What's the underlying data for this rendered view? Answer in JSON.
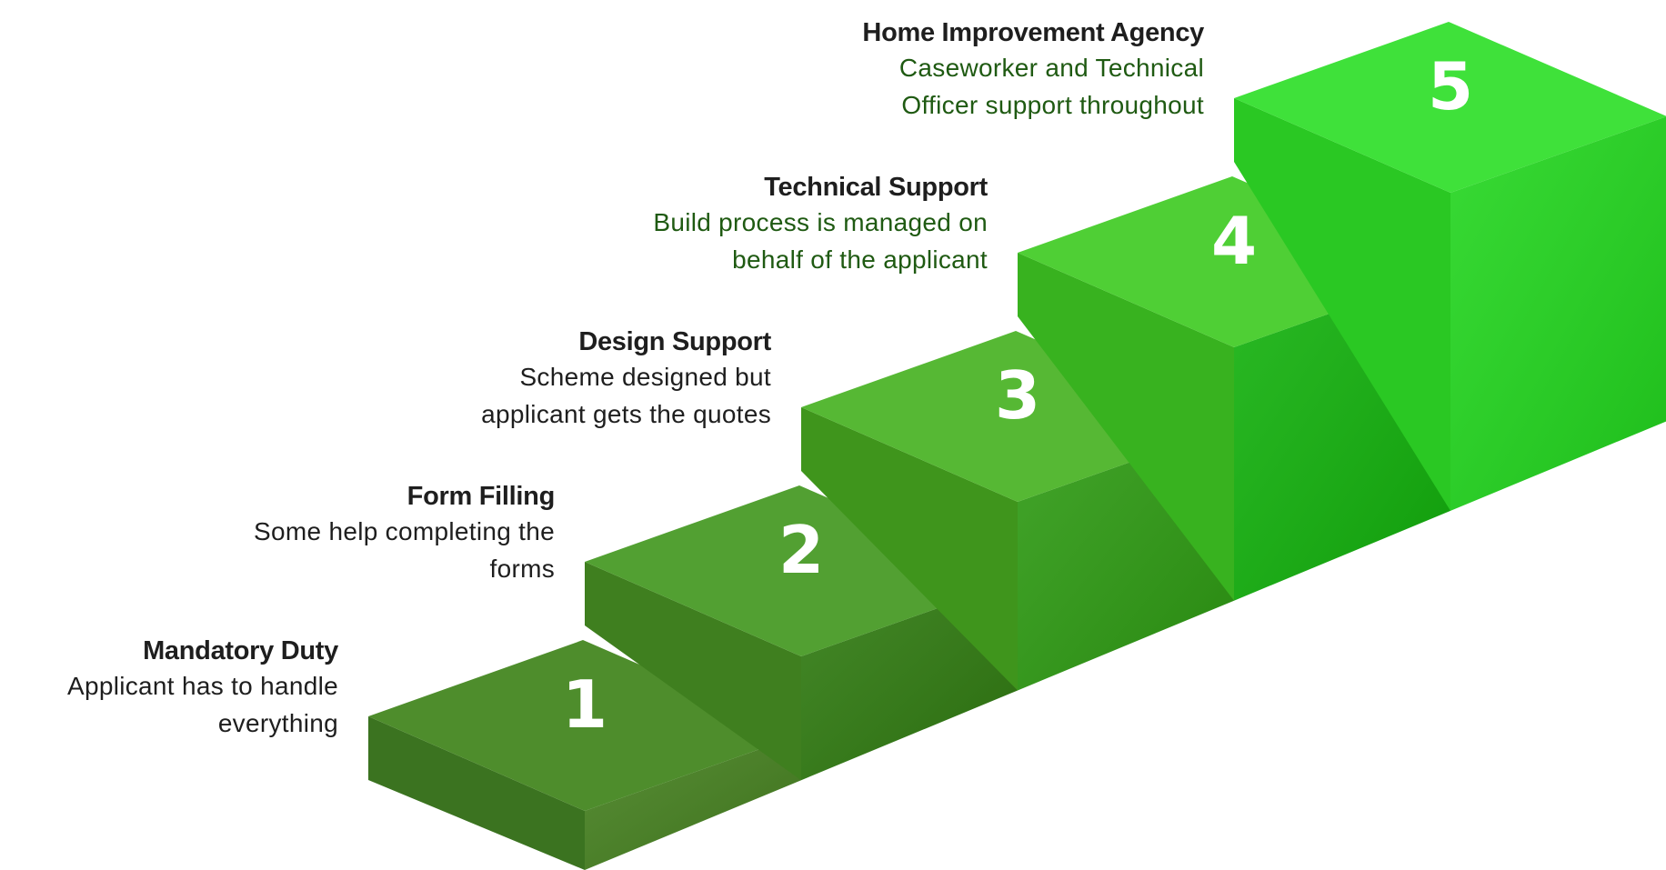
{
  "colors": {
    "title": "#1e1e1e",
    "desc_dark": "#1e1e1e",
    "desc_green": "#1f5a12",
    "number": "#ffffff"
  },
  "steps": [
    {
      "number": "1",
      "title": "Mandatory Duty",
      "desc": [
        "Applicant has to handle",
        "everything"
      ],
      "desc_color": "#1e1e1e",
      "top_color": "#4e8d2c",
      "left_color": "#3b7320",
      "front_color": "#45801f"
    },
    {
      "number": "2",
      "title": "Form Filling",
      "desc": [
        "Some help completing the",
        "forms"
      ],
      "desc_color": "#1e1e1e",
      "top_color": "#52a032",
      "left_color": "#3f7f1f",
      "front_color": "#2f7a10"
    },
    {
      "number": "3",
      "title": "Design Support",
      "desc": [
        "Scheme designed but",
        "applicant gets the quotes"
      ],
      "desc_color": "#1e1e1e",
      "top_color": "#56b834",
      "left_color": "#3f951c",
      "front_color": "#2d9a12"
    },
    {
      "number": "4",
      "title": "Technical Support",
      "desc": [
        "Build process is managed on",
        "behalf of the applicant"
      ],
      "desc_color": "#1f5a12",
      "top_color": "#4fcf35",
      "left_color": "#38b21f",
      "front_color": "#12b10c"
    },
    {
      "number": "5",
      "title": "Home Improvement Agency",
      "desc": [
        "Caseworker and Technical",
        "Officer support throughout"
      ],
      "desc_color": "#1f5a12",
      "top_color": "#3fe13a",
      "left_color": "#2ac823",
      "front_color": "#22d61e"
    }
  ]
}
